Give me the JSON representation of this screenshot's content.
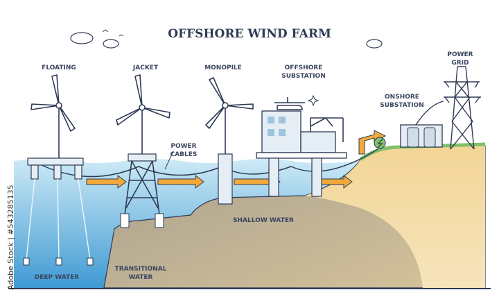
{
  "title": "OFFSHORE WIND FARM",
  "labels": {
    "floating": "FLOATING",
    "jacket": "JACKET",
    "monopile": "MONOPILE",
    "offshore_substation_1": "OFFSHORE",
    "offshore_substation_2": "SUBSTATION",
    "onshore_substation_1": "ONSHORE",
    "onshore_substation_2": "SUBSTATION",
    "power_grid_1": "POWER",
    "power_grid_2": "GRID",
    "power_cables_1": "POWER",
    "power_cables_2": "CABLES",
    "shallow_water": "SHALLOW WATER",
    "deep_water": "DEEP WATER",
    "transitional_water_1": "TRANSITIONAL",
    "transitional_water_2": "WATER"
  },
  "watermark": "Adobe Stock | #543285135",
  "colors": {
    "water_top": "#bfe3f2",
    "water_deep": "#4aa3d6",
    "seabed": "#b9ad94",
    "land": "#f0cd8a",
    "grass": "#7fc06a",
    "arrow": "#f2a93b",
    "outline": "#2f3a55"
  }
}
